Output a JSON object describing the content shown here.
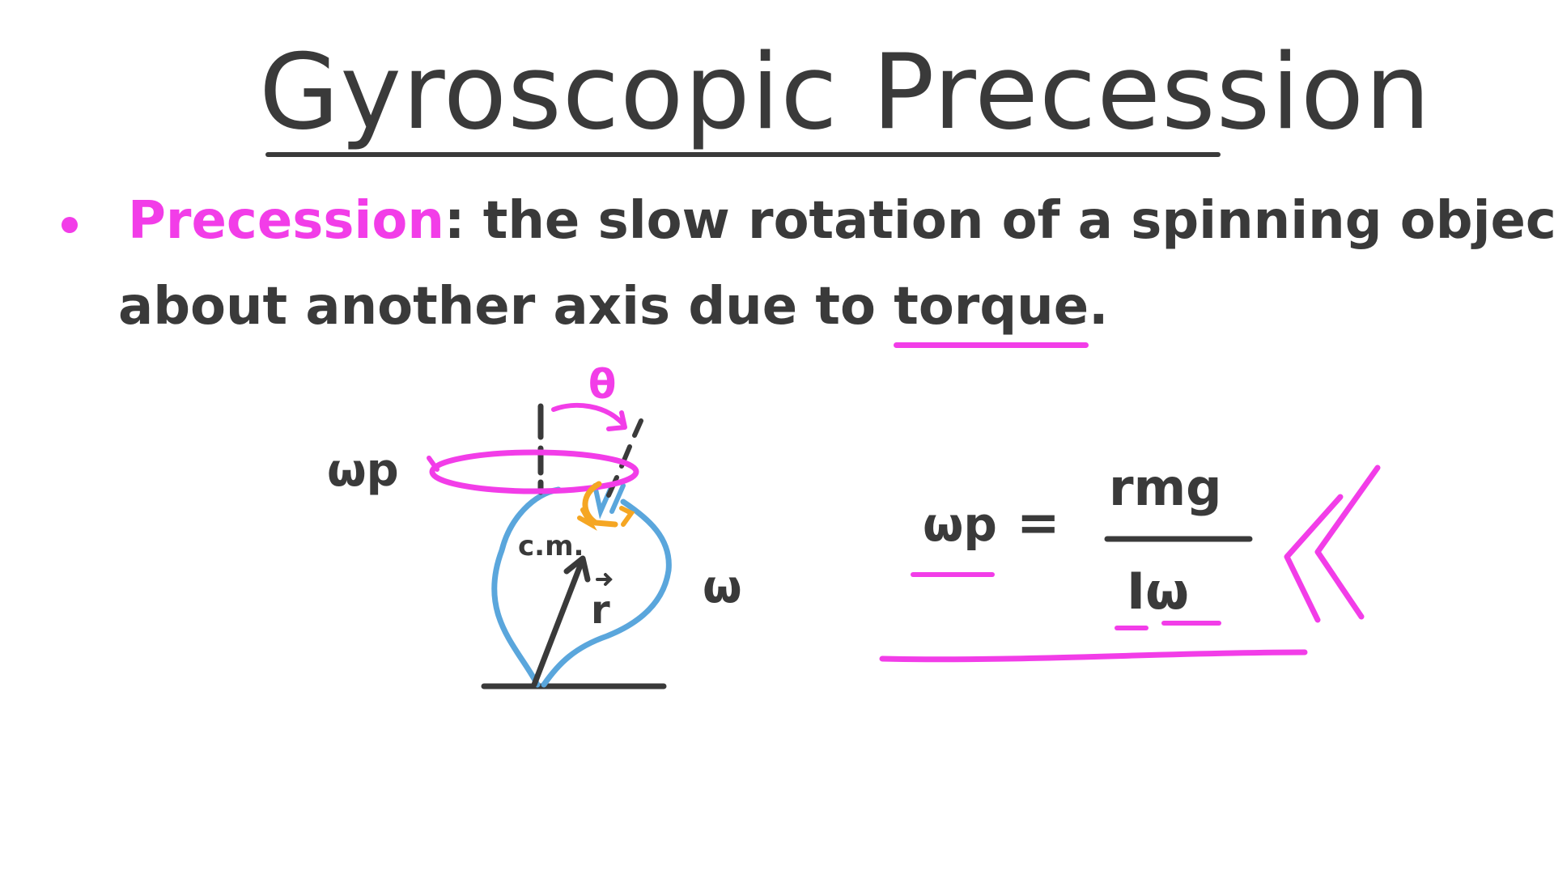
{
  "title": "Gyroscopic Precession",
  "definition": {
    "term": "Precession",
    "colon": ":",
    "line1_rest": "the slow rotation of a spinning object",
    "line2_before": "about another axis due to ",
    "line2_emphasis": "torque",
    "line2_after": "."
  },
  "diagram_labels": {
    "precession_rate": "ωp",
    "spin_rate": "ω",
    "angle": "θ",
    "center_of_mass": "c.m.",
    "position_vector": "r"
  },
  "equation": {
    "lhs": "ωp",
    "equals": "=",
    "numerator": "rmg",
    "denominator": "Iω"
  },
  "colors": {
    "ink": "#3a3a3a",
    "magenta": "#f23de8",
    "blue": "#5aa6dc",
    "orange": "#f5a623"
  }
}
